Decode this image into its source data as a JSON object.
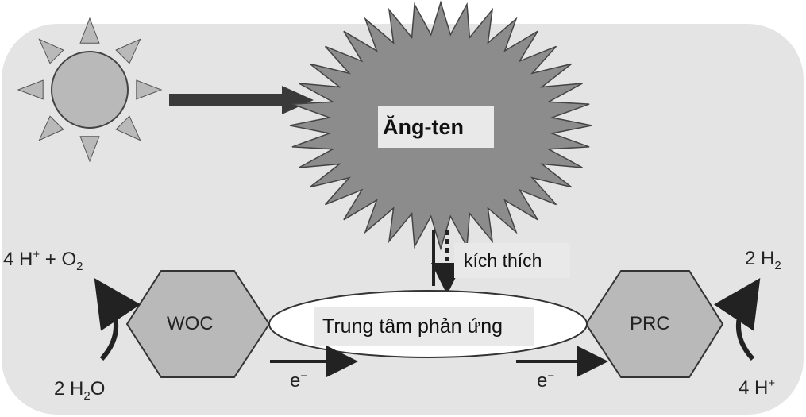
{
  "antenna_label": "Ăng-ten",
  "excitation_label": "kích thích",
  "reaction_center_label": "Trung tâm phản ứng",
  "woc_label": "WOC",
  "prc_label": "PRC",
  "electron_label": "e",
  "electron_sup": "−",
  "left_top": {
    "coef": "4 H",
    "sup": "+",
    "mid": " + O",
    "sub": "2"
  },
  "left_bottom": {
    "coef": "2 H",
    "sub": "2",
    "end": "O"
  },
  "right_top": {
    "coef": "2 H",
    "sub": "2"
  },
  "right_bottom": {
    "coef": "4 H",
    "sup": "+"
  },
  "colors": {
    "background": "#e4e4e4",
    "shape_fill": "#b9b9b9",
    "stroke": "#333333"
  }
}
